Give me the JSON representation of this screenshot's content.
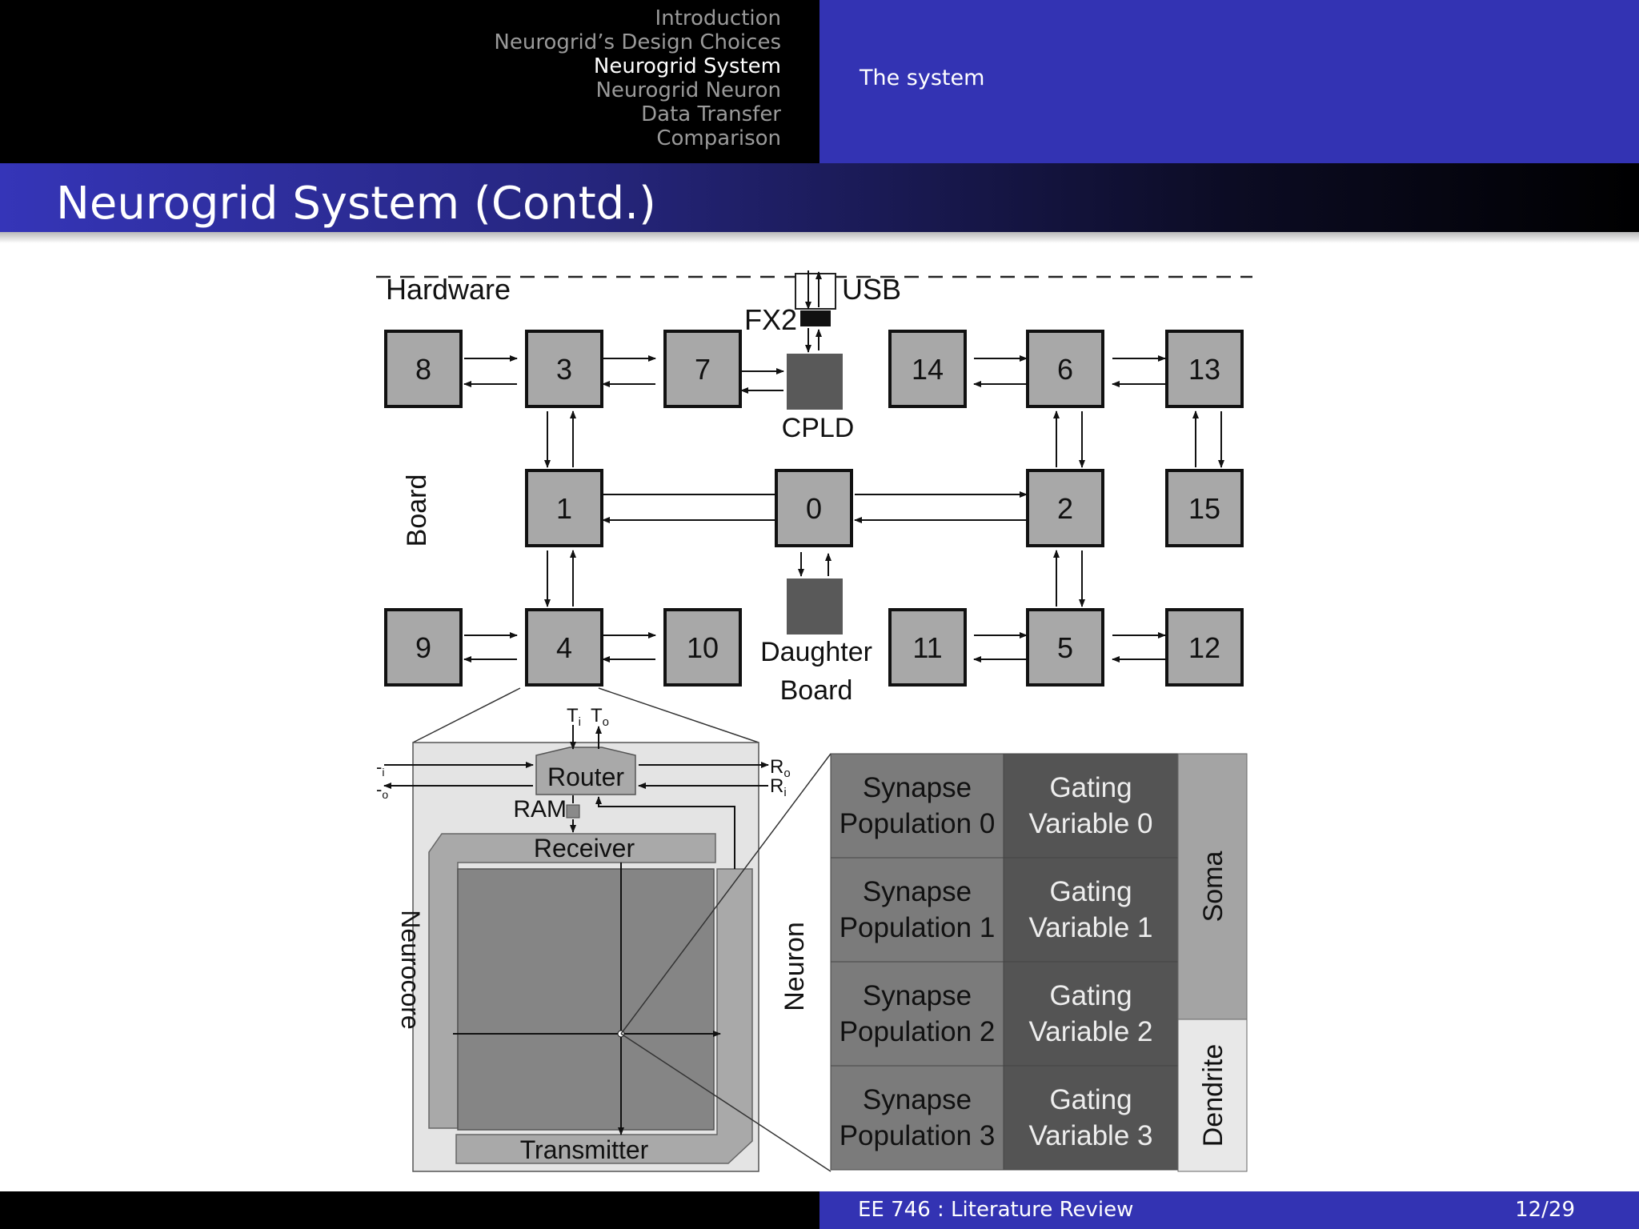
{
  "header": {
    "nav_items": [
      "Introduction",
      "Neurogrid’s Design Choices",
      "Neurogrid System",
      "Neurogrid Neuron",
      "Data Transfer",
      "Comparison"
    ],
    "active_index": 2,
    "subsection": "The system"
  },
  "title": "Neurogrid System (Contd.)",
  "diagram": {
    "labels": {
      "hardware": "Hardware",
      "usb": "USB",
      "fx2": "FX2",
      "cpld": "CPLD",
      "board": "Board",
      "daughter_1": "Daughter",
      "daughter_2": "Board",
      "neurocore": "Neurocore",
      "router": "Router",
      "ram": "RAM",
      "receiver": "Receiver",
      "transmitter": "Transmitter",
      "neuron": "Neuron",
      "soma": "Soma",
      "dendrite": "Dendrite",
      "t_i": "T",
      "t_i_sub": "i",
      "t_o": "T",
      "t_o_sub": "o",
      "r_o": "R",
      "r_o_sub": "o",
      "r_i": "R",
      "r_i_sub": "i",
      "l_i": "-",
      "l_i_sub": "i",
      "l_o": "-",
      "l_o_sub": "o"
    },
    "chips": [
      "8",
      "3",
      "7",
      "14",
      "6",
      "13",
      "1",
      "0",
      "2",
      "15",
      "9",
      "4",
      "10",
      "11",
      "5",
      "12"
    ],
    "synapse": [
      [
        "Synapse",
        "Population 0"
      ],
      [
        "Synapse",
        "Population 1"
      ],
      [
        "Synapse",
        "Population 2"
      ],
      [
        "Synapse",
        "Population 3"
      ]
    ],
    "gating": [
      [
        "Gating",
        "Variable 0"
      ],
      [
        "Gating",
        "Variable 1"
      ],
      [
        "Gating",
        "Variable 2"
      ],
      [
        "Gating",
        "Variable 3"
      ]
    ],
    "colors": {
      "chip": "#a8a8a8",
      "cpld": "#595959",
      "synapse_cell": "#7b7b7b",
      "gating_cell": "#545454",
      "soma": "#a4a4a4",
      "dendrite": "#e8e8e8"
    }
  },
  "footer": {
    "text": "EE 746 :  Literature Review",
    "page": "12/29"
  }
}
